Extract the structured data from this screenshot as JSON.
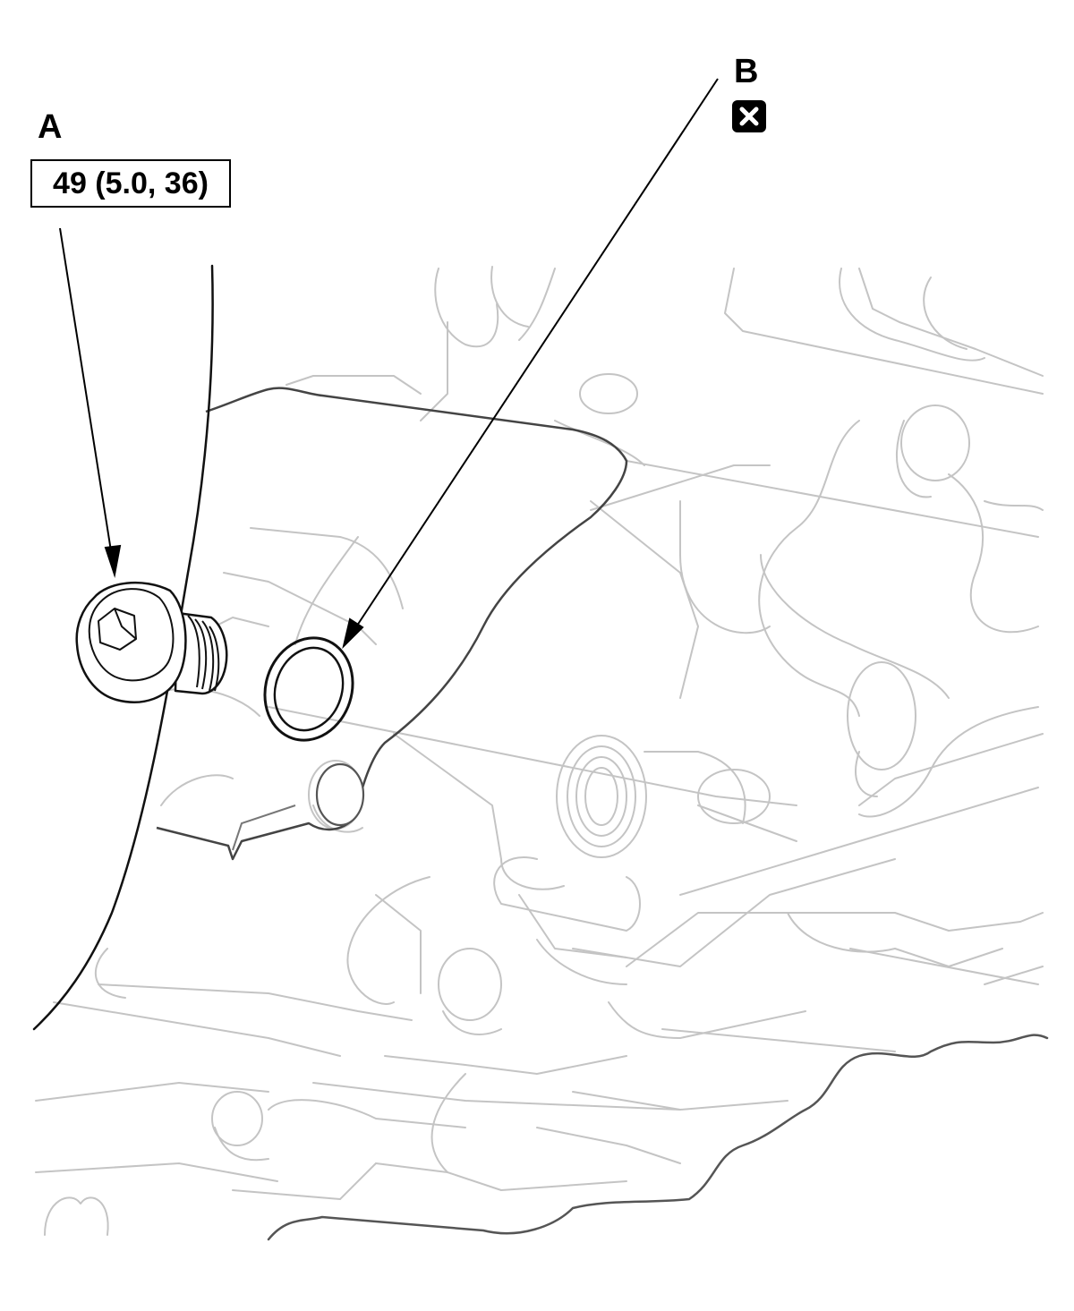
{
  "callouts": {
    "a": {
      "letter": "A",
      "torque_spec": "49 (5.0, 36)"
    },
    "b": {
      "letter": "B",
      "icon": "replace-icon"
    }
  },
  "colors": {
    "linework": "#000000",
    "background_linework": "#bdbdbd"
  }
}
